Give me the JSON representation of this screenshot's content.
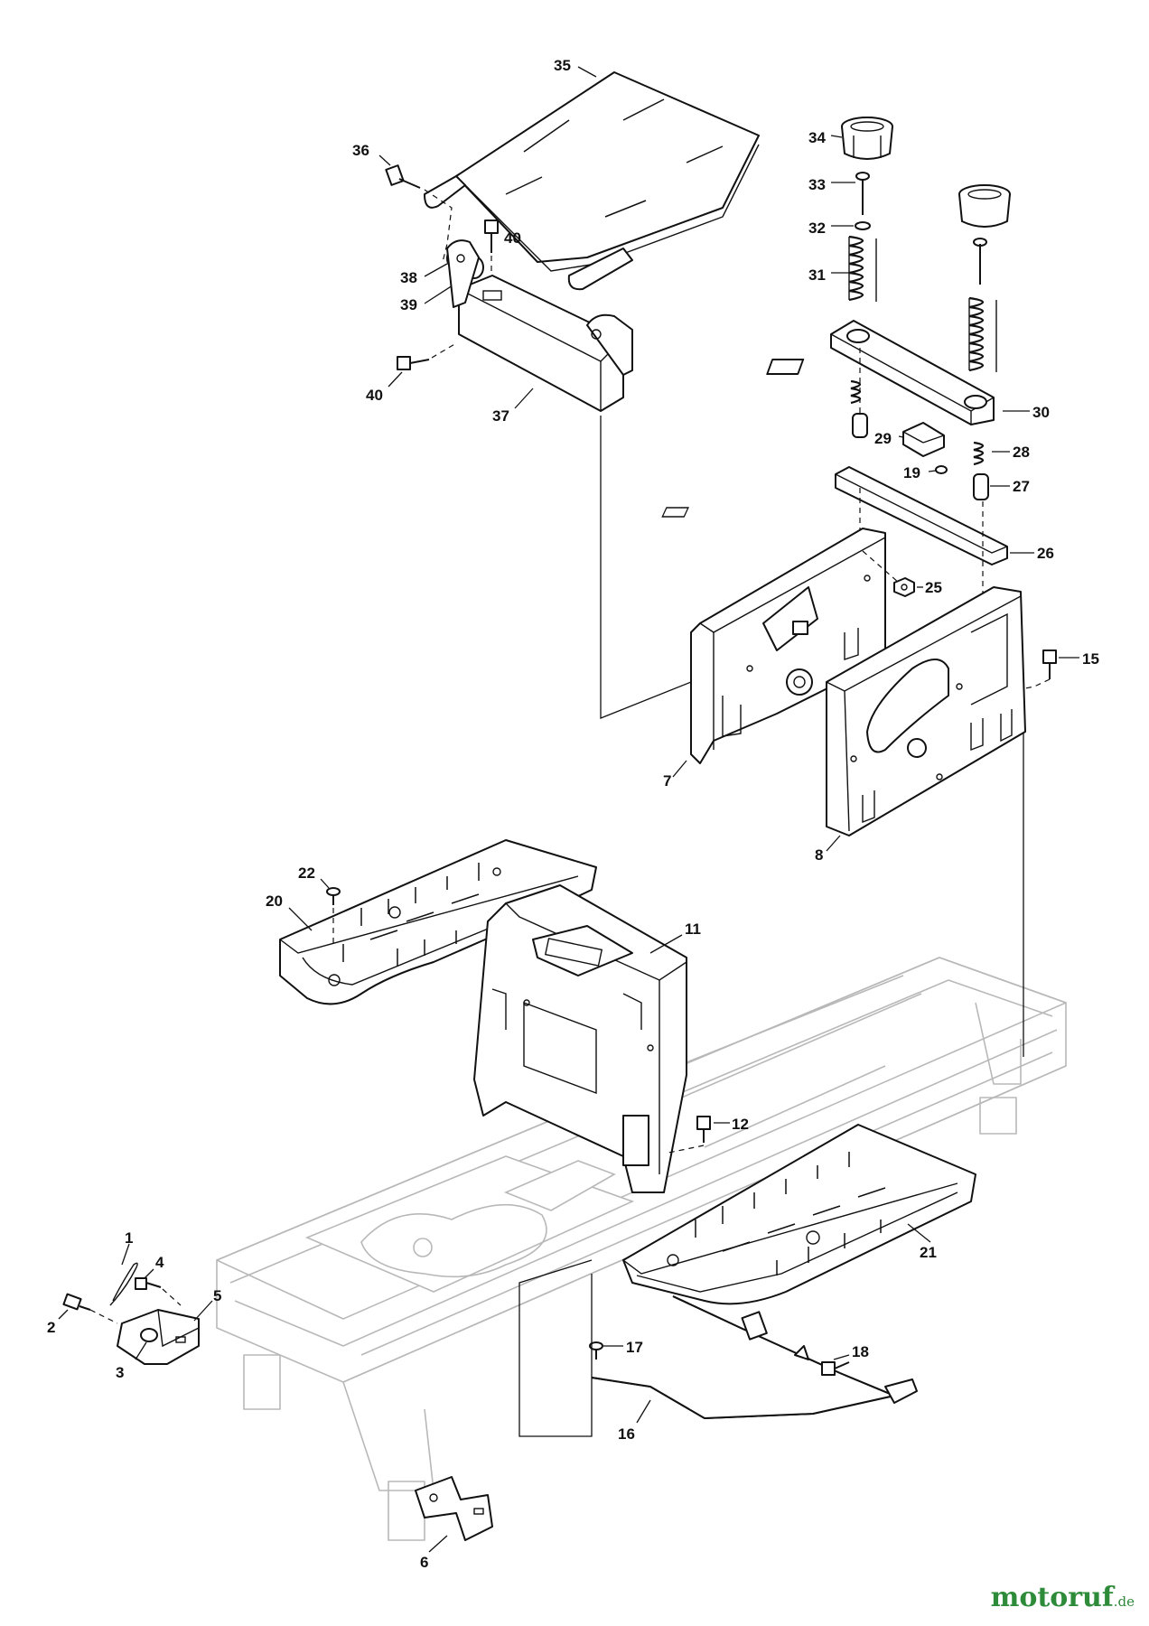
{
  "diagram": {
    "callouts": [
      "1",
      "2",
      "3",
      "4",
      "5",
      "6",
      "7",
      "8",
      "11",
      "12",
      "15",
      "16",
      "17",
      "18",
      "19",
      "20",
      "21",
      "22",
      "25",
      "26",
      "27",
      "28",
      "29",
      "30",
      "31",
      "32",
      "33",
      "34",
      "35",
      "36",
      "37",
      "38",
      "39",
      "40",
      "40"
    ]
  },
  "watermark": {
    "text": "motoruf",
    "suffix": ".de",
    "color": "#2e8b3a"
  }
}
